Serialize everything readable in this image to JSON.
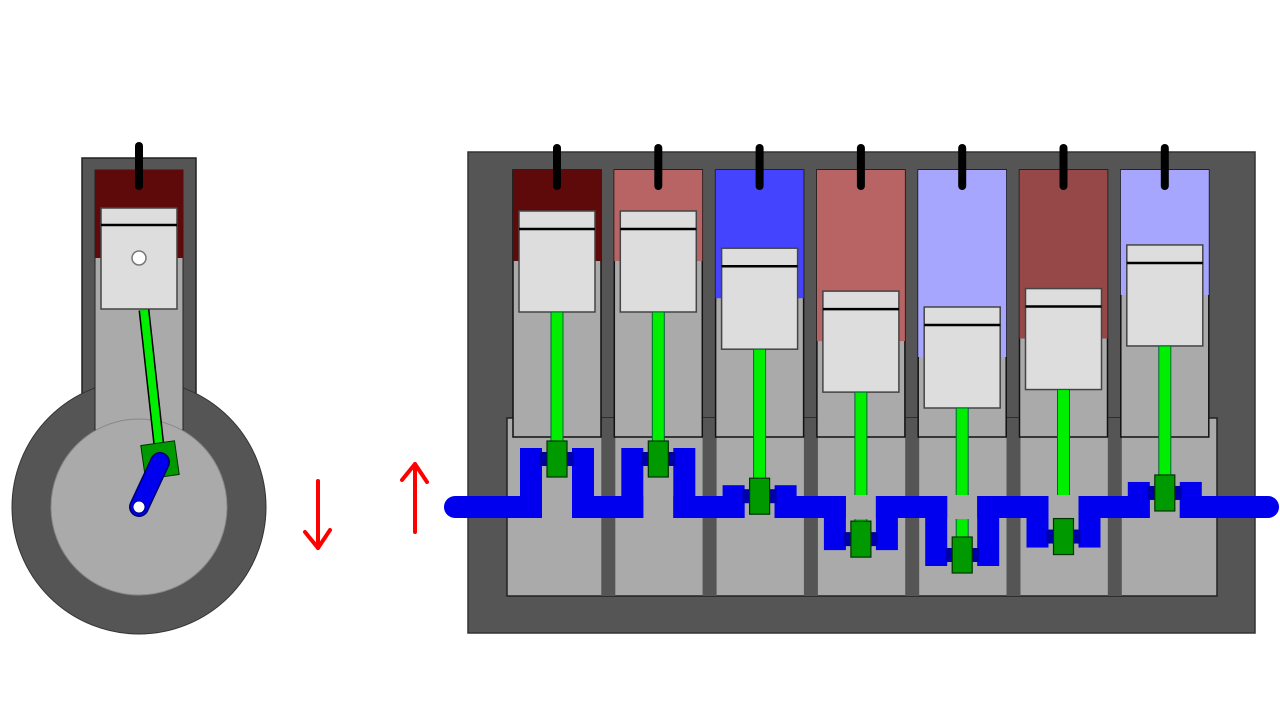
{
  "colors": {
    "block": "#555555",
    "bore": "#aaaaaa",
    "piston": "#dddddd",
    "rod": "#00ee00",
    "rod_bearing": "#009900",
    "crank": "#0000ee",
    "valve": "#000000",
    "arrow": "#ff0000"
  },
  "single_engine": {
    "gas_color": "#5e0a0a"
  },
  "arrows": [
    {
      "direction": "down"
    },
    {
      "direction": "up"
    }
  ],
  "inline_engine": {
    "cylinders": [
      {
        "gas_color": "#5e0a0a",
        "crank_angle_deg": 0
      },
      {
        "gas_color": "#b86464",
        "crank_angle_deg": 0
      },
      {
        "gas_color": "#4444ff",
        "crank_angle_deg": 77
      },
      {
        "gas_color": "#b86464",
        "crank_angle_deg": 132
      },
      {
        "gas_color": "#a6a6ff",
        "crank_angle_deg": 180
      },
      {
        "gas_color": "#964848",
        "crank_angle_deg": 128
      },
      {
        "gas_color": "#a6a6ff",
        "crank_angle_deg": 73
      }
    ]
  }
}
